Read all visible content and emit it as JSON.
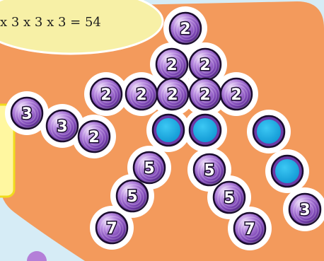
{
  "equation": {
    "text": "x 3 x 3 x 3 = 54"
  },
  "colors": {
    "background": "#d6ecf6",
    "orange_panel": "#f39a5c",
    "bubble": "#f7f0a6",
    "yellow_card": "#fff7a0",
    "yellow_card_border": "#f0dc1d",
    "ball_purple": "#8e55c5",
    "ball_highlight": "#e4cff3",
    "ball_outline": "#1a0c2e",
    "empty_slot": "#22b4e8",
    "empty_slot_rim": "#6b3aa6"
  },
  "balls": [
    {
      "label": "2"
    },
    {
      "label": "2"
    },
    {
      "label": "2"
    },
    {
      "label": "3"
    },
    {
      "label": "2"
    },
    {
      "label": "2"
    },
    {
      "label": "2"
    },
    {
      "label": "2"
    },
    {
      "label": "2"
    },
    {
      "label": "3"
    },
    {
      "label": "2"
    },
    {
      "label": "5"
    },
    {
      "label": "5"
    },
    {
      "label": "5"
    },
    {
      "label": "5"
    },
    {
      "label": "7"
    },
    {
      "label": "7"
    },
    {
      "label": "3"
    }
  ],
  "empty_slots": 4
}
